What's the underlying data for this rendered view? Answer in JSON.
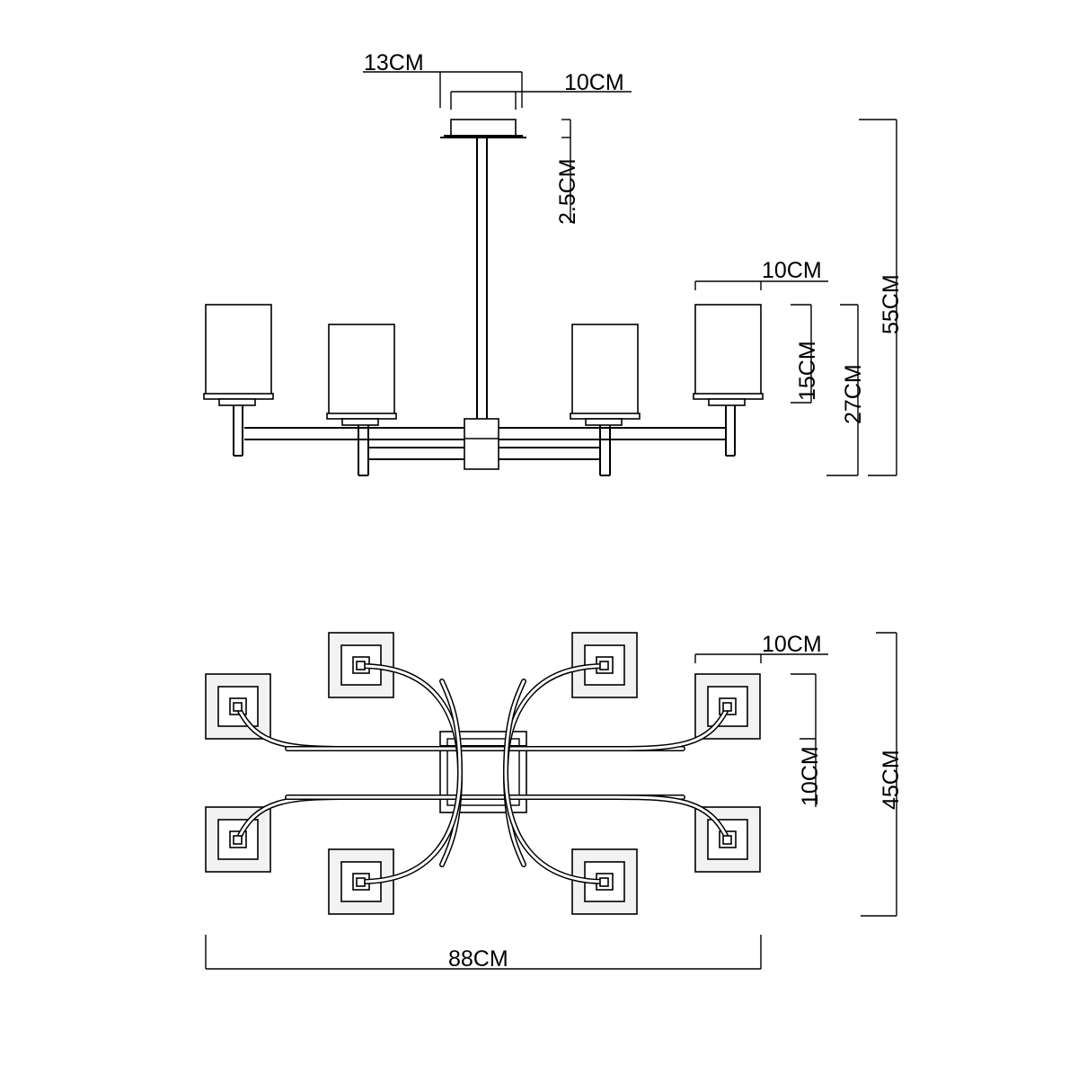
{
  "side_view": {
    "canopy_width": "13CM",
    "canopy_inner_width": "10CM",
    "canopy_height": "2.5CM",
    "shade_width": "10CM",
    "shade_height": "15CM",
    "arm_height": "27CM",
    "total_height": "55CM"
  },
  "top_view": {
    "shade_width": "10CM",
    "shade_depth": "10CM",
    "total_depth": "45CM",
    "total_width": "88CM"
  }
}
